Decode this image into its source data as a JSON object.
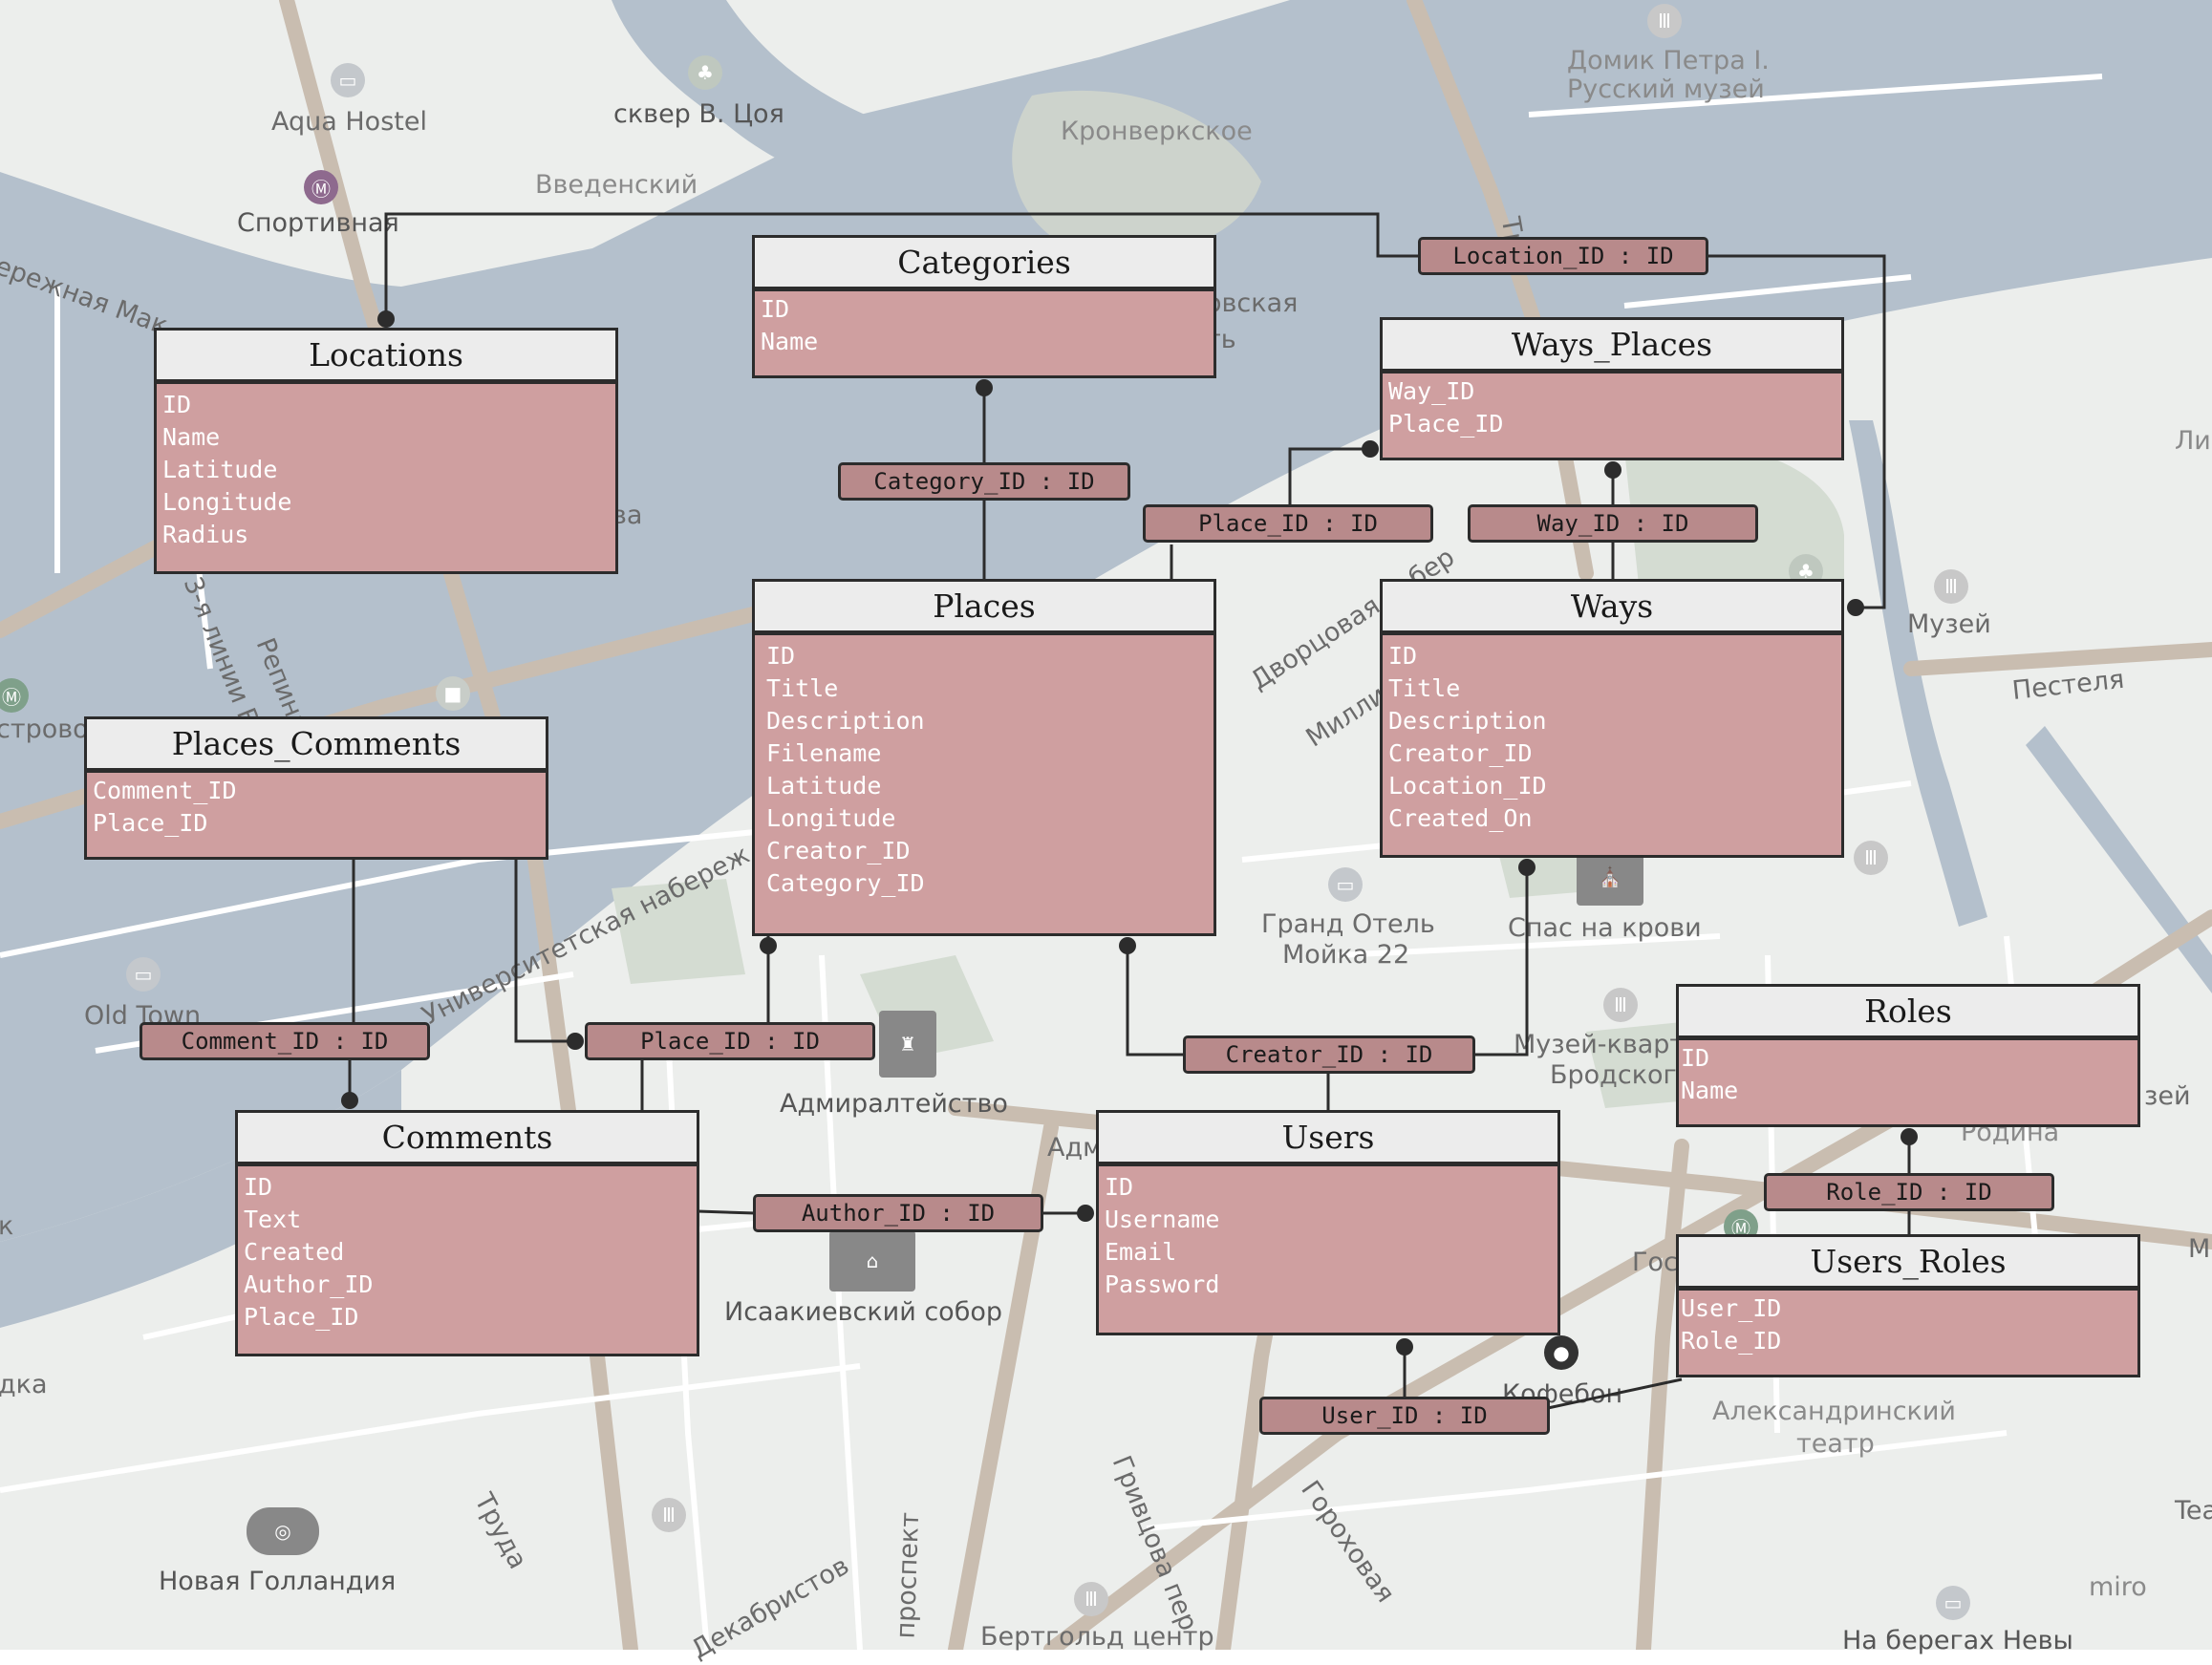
{
  "map": {
    "labels": {
      "aqua_hostel": "Aqua Hostel",
      "skver_tsoya": "сквер В. Цоя",
      "domik_petra": "Домик Петра I.",
      "russkiy_muzey": "Русский музей",
      "kronverkskoe": "Кронверкское",
      "vvedenskiy": "Введенский",
      "sportivnaya": "Спортивная",
      "naberezhnaya_mak": "ережная Мак",
      "ovskaya": "овская",
      "t": "ть",
      "va": "ва",
      "line_3": "3-я линии В",
      "repina": "Репина",
      "strovo": "строво",
      "universitetskaya": "Университетская набереж",
      "dvortsovaya": "Дворцовая набер",
      "milli": "Милли",
      "muzey": "Музей",
      "pestelya": "Пестеля",
      "li": "Ли",
      "grand_hotel": "Гранд Отель",
      "moyka": "Мойка 22",
      "spas": "Спас на крови",
      "old_town": "Old Town",
      "admiralteystvo": "Адмиралтейство",
      "adm": "Адм",
      "muzey_kvart": "Музей-кварт",
      "brodskogo": "Бродског",
      "rodina": "Родина",
      "zey": "зей",
      "isaakievskiy": "Исаакиевский собор",
      "gos": "Гос",
      "kofebon": "Кофебон",
      "aleksandrinskiy": "Александринский",
      "teatr": "театр",
      "truda": "Труда",
      "novaya_gollandiya": "Новая Голландия",
      "dekabristov": "Декабристов",
      "prospekt": "проспект",
      "grivtsova": "Гривцова пер",
      "gorokhovaya": "Гороховая",
      "bertgold": "Бертгольд центр",
      "na_beregah": "На берегах Невы",
      "k": "к",
      "dka": "дка",
      "m": "М",
      "tea": "Tea",
      "miro": "miro",
      "tr": "Тр"
    }
  },
  "entities": {
    "categories": {
      "title": "Categories",
      "fields": [
        "ID",
        "Name"
      ]
    },
    "locations": {
      "title": "Locations",
      "fields": [
        "ID",
        "Name",
        "Latitude",
        "Longitude",
        "Radius"
      ]
    },
    "ways_places": {
      "title": "Ways_Places",
      "fields": [
        "Way_ID",
        "Place_ID"
      ]
    },
    "places": {
      "title": "Places",
      "fields": [
        "ID",
        "Title",
        "Description",
        "Filename",
        "Latitude",
        "Longitude",
        "Creator_ID",
        "Category_ID"
      ]
    },
    "ways": {
      "title": "Ways",
      "fields": [
        "ID",
        "Title",
        "Description",
        "Creator_ID",
        "Location_ID",
        "Created_On"
      ]
    },
    "places_comments": {
      "title": "Places_Comments",
      "fields": [
        "Comment_ID",
        "Place_ID"
      ]
    },
    "comments": {
      "title": "Comments",
      "fields": [
        "ID",
        "Text",
        "Created",
        "Author_ID",
        "Place_ID"
      ]
    },
    "users": {
      "title": "Users",
      "fields": [
        "ID",
        "Username",
        "Email",
        "Password"
      ]
    },
    "roles": {
      "title": "Roles",
      "fields": [
        "ID",
        "Name"
      ]
    },
    "users_roles": {
      "title": "Users_Roles",
      "fields": [
        "User_ID",
        "Role_ID"
      ]
    }
  },
  "relations": {
    "location_id": "Location_ID : ID",
    "category_id": "Category_ID : ID",
    "place_id_wp": "Place_ID : ID",
    "way_id": "Way_ID : ID",
    "comment_id": "Comment_ID : ID",
    "place_id_pc": "Place_ID : ID",
    "creator_id": "Creator_ID : ID",
    "author_id": "Author_ID : ID",
    "user_id": "User_ID : ID",
    "role_id": "Role_ID : ID"
  },
  "colors": {
    "water": "#b4c0cc",
    "land": "#eceeec",
    "park": "#d4dcd2",
    "road": "#c9bdb0",
    "entity_body": "#cf9fa0",
    "entity_header": "#ececec",
    "relation_label": "#b88a8b",
    "border": "#2c2c2c"
  }
}
